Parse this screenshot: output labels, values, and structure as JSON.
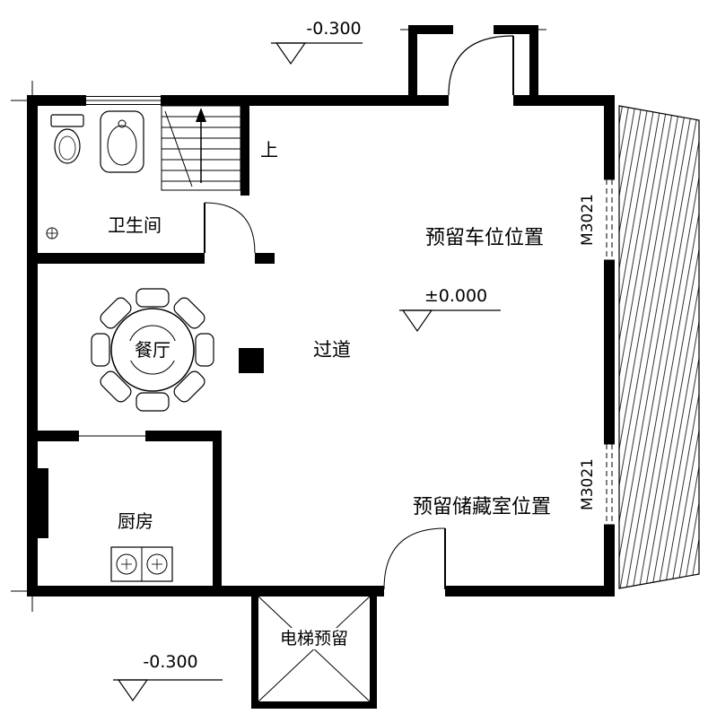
{
  "floor_plan": {
    "rooms": {
      "bathroom": {
        "label": "卫生间"
      },
      "dining": {
        "label": "餐厅"
      },
      "kitchen": {
        "label": "厨房"
      },
      "corridor": {
        "label": "过道"
      },
      "parking": {
        "label": "预留车位位置"
      },
      "storage": {
        "label": "预留储藏室位置"
      },
      "elevator": {
        "label": "电梯预留"
      }
    },
    "stairs": {
      "direction_label": "上"
    },
    "doors": {
      "right_upper": {
        "code": "M3021"
      },
      "right_lower": {
        "code": "M3021"
      }
    },
    "elevation_markers": {
      "top": {
        "value": "-0.300"
      },
      "center": {
        "value": "±0.000"
      },
      "bottom_left": {
        "value": "-0.300"
      }
    },
    "line_color": "#000000",
    "background_color": "#ffffff"
  }
}
